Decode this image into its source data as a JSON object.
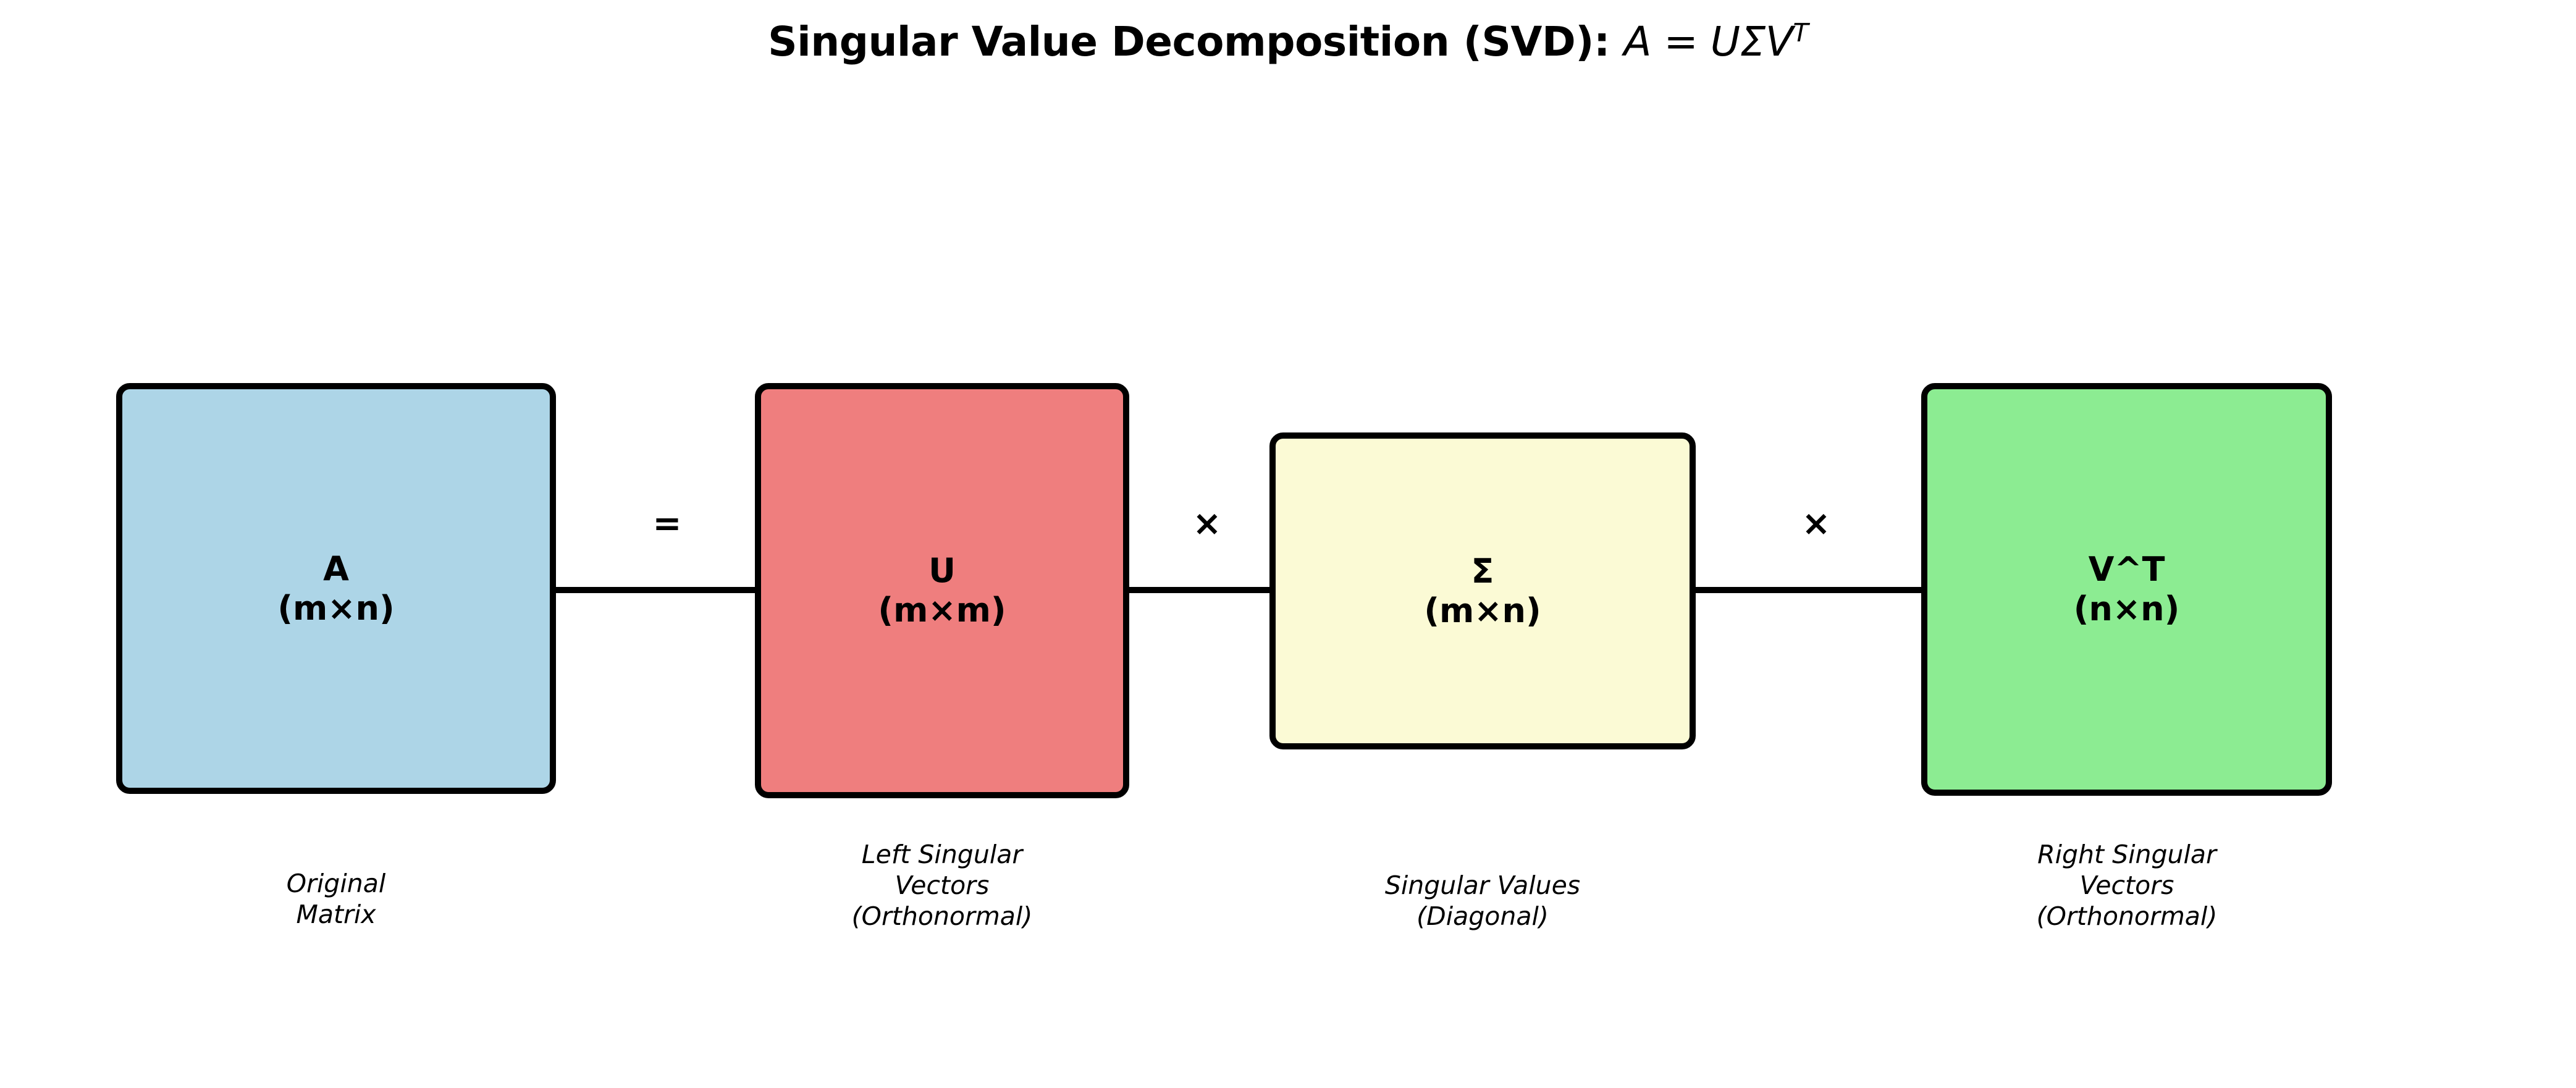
{
  "title": {
    "bold_part": "Singular Value Decomposition (SVD): ",
    "math_lhs": "A",
    "math_eq": " = ",
    "math_rhs": "UΣV",
    "math_sup": "T"
  },
  "operators": {
    "equals": "=",
    "times_1": "×",
    "times_2": "×"
  },
  "boxes": [
    {
      "id": "A",
      "label": "A\n(m×n)",
      "symbol": "A",
      "dimensions": "(m×n)",
      "color": "#add5e7",
      "caption": "Original\nMatrix"
    },
    {
      "id": "U",
      "label": "U\n(m×m)",
      "symbol": "U",
      "dimensions": "(m×m)",
      "color": "#ef7e7e",
      "caption": "Left Singular\nVectors\n(Orthonormal)"
    },
    {
      "id": "Sigma",
      "label": "Σ\n(m×n)",
      "symbol": "Σ",
      "dimensions": "(m×n)",
      "color": "#fbfad5",
      "caption": "Singular Values\n(Diagonal)"
    },
    {
      "id": "VT",
      "label": "V^T\n(n×n)",
      "symbol": "V^T",
      "dimensions": "(n×n)",
      "color": "#8cec92",
      "caption": "Right Singular\nVectors\n(Orthonormal)"
    }
  ],
  "colors": {
    "background": "#ffffff",
    "stroke": "#000000",
    "text": "#000000"
  }
}
